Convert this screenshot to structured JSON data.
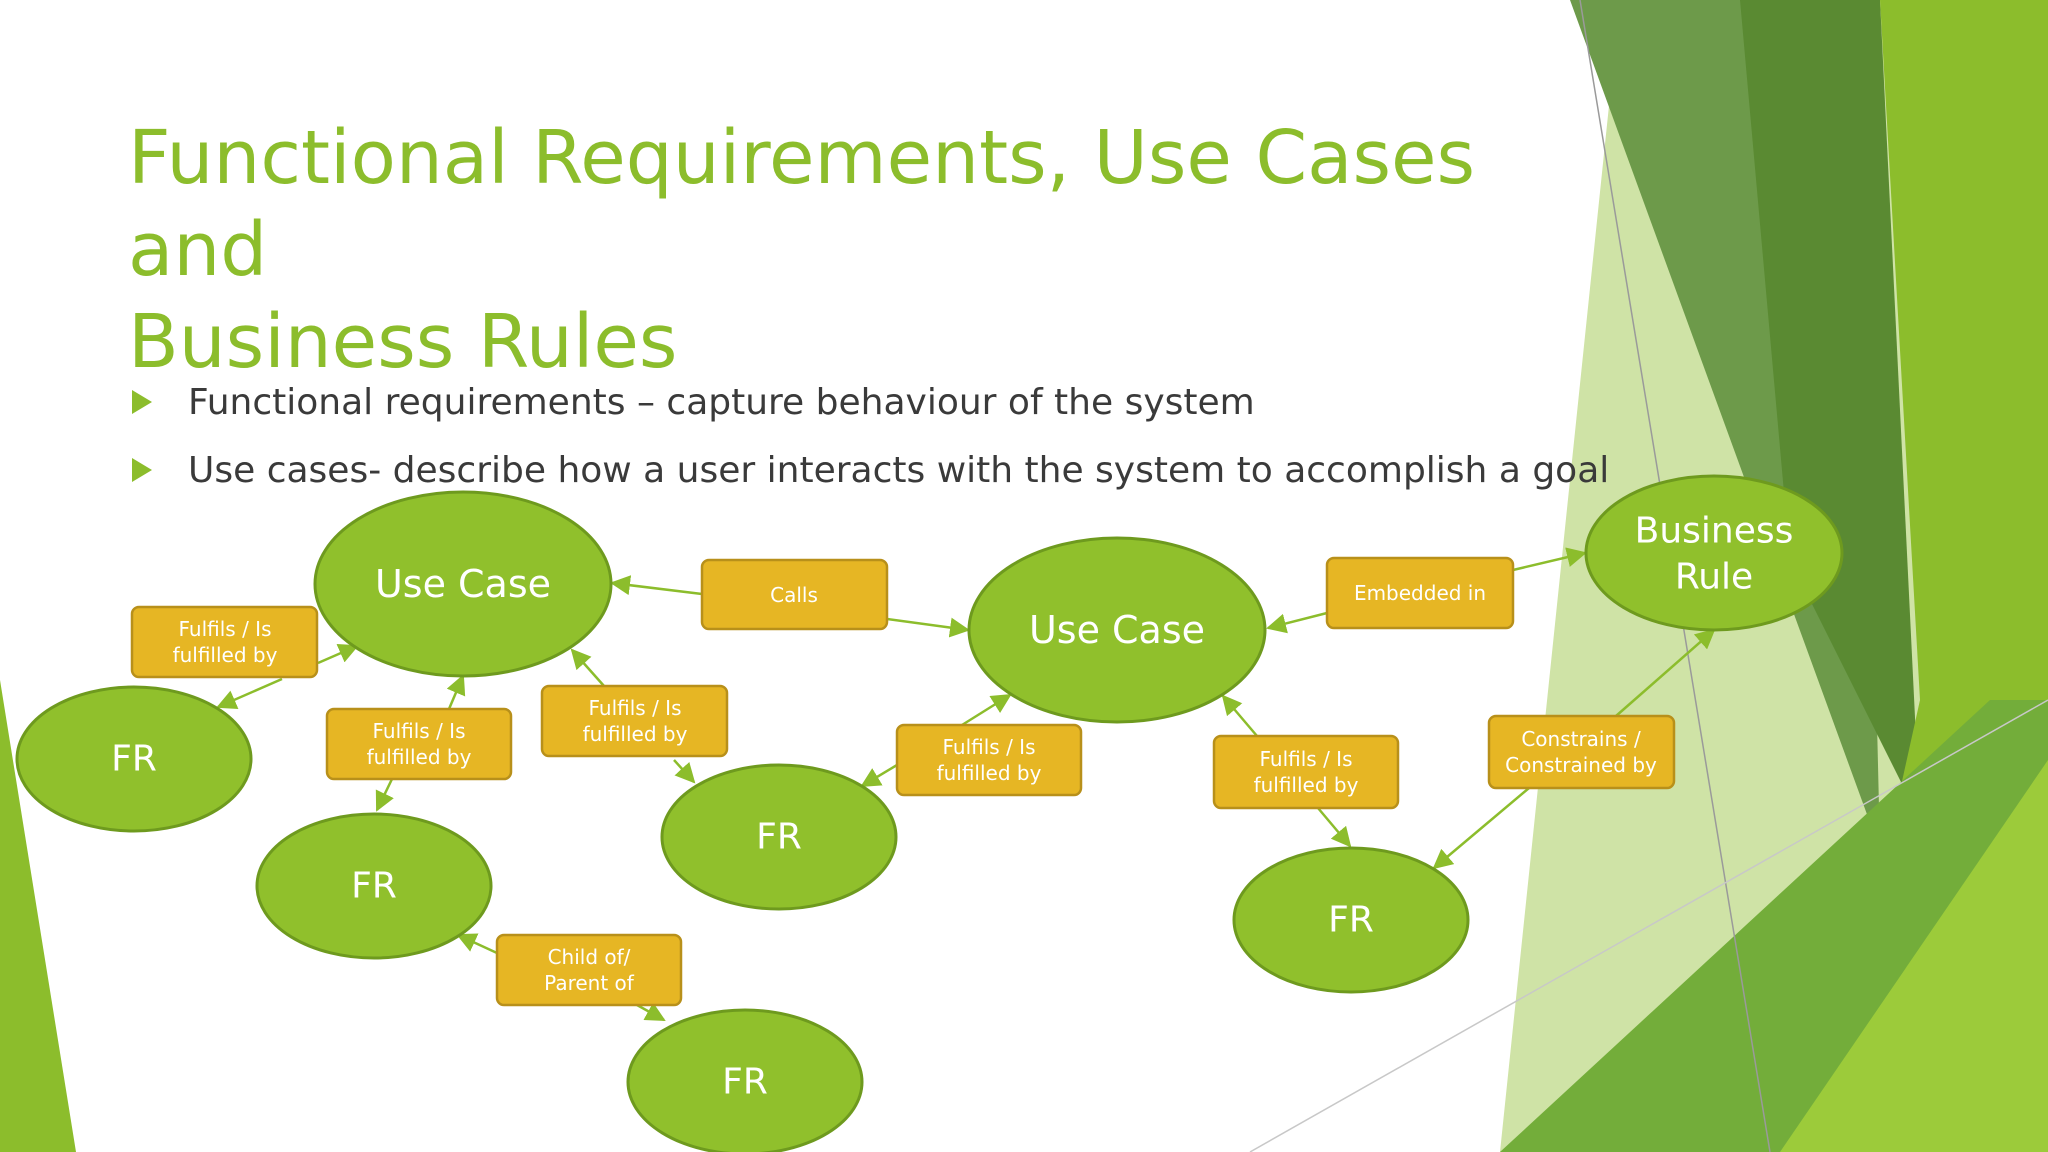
{
  "slide": {
    "title_lines": [
      "Functional Requirements, Use Cases and",
      "Business Rules"
    ],
    "bullets": [
      "Functional requirements – capture behaviour of the system",
      "Use cases- describe how a user interacts with the system to accomplish a goal"
    ]
  },
  "diagram": {
    "colors": {
      "node": "#90c02c",
      "node_stroke": "#6e9a1e",
      "label_box": "#e6b624",
      "label_stroke": "#b8901a",
      "edge": "#8cbd2c"
    },
    "nodes": {
      "uc1": "Use Case",
      "uc2": "Use Case",
      "br": [
        "Business",
        "Rule"
      ],
      "fr1": "FR",
      "fr2": "FR",
      "fr3": "FR",
      "fr4": "FR",
      "fr5": "FR"
    },
    "edge_labels": {
      "calls": [
        "Calls"
      ],
      "embedded": [
        "Embedded in"
      ],
      "fulfils1": [
        "Fulfils / Is",
        "fulfilled by"
      ],
      "fulfils2": [
        "Fulfils / Is",
        "fulfilled by"
      ],
      "fulfils3": [
        "Fulfils / Is",
        "fulfilled by"
      ],
      "fulfils4": [
        "Fulfils / Is",
        "fulfilled by"
      ],
      "fulfils5": [
        "Fulfils / Is",
        "fulfilled by"
      ],
      "child": [
        "Child of/",
        "Parent of"
      ],
      "constrains": [
        "Constrains /",
        "Constrained by"
      ]
    }
  }
}
